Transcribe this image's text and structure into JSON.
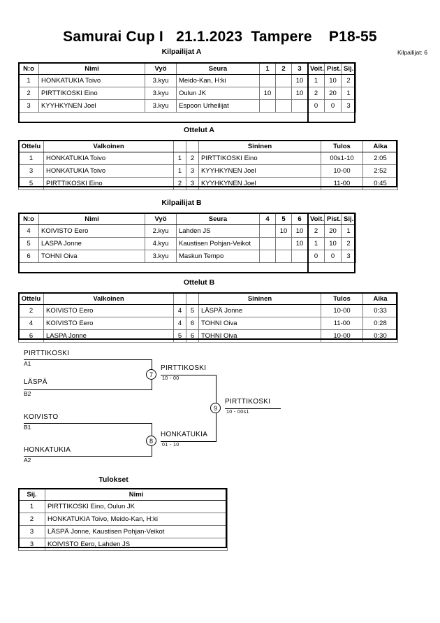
{
  "header": {
    "title": "Samurai Cup I   21.1.2023  Tampere    P18-55",
    "entrants": "Kilpailijat: 6"
  },
  "pool_a": {
    "caption": "Kilpailijat A",
    "columns": [
      "N:o",
      "Nimi",
      "Vyö",
      "Seura",
      "1",
      "2",
      "3",
      "Voit.",
      "Pist.",
      "Sij."
    ],
    "rows": [
      {
        "no": "1",
        "name": "HONKATUKIA Toivo",
        "belt": "3.kyu",
        "club": "Meido-Kan, H:ki",
        "m1": "",
        "m2": "",
        "m3": "10",
        "wins": "1",
        "points": "10",
        "rank": "2"
      },
      {
        "no": "2",
        "name": "PIRTTIKOSKI Eino",
        "belt": "3.kyu",
        "club": "Oulun JK",
        "m1": "10",
        "m2": "",
        "m3": "10",
        "wins": "2",
        "points": "20",
        "rank": "1"
      },
      {
        "no": "3",
        "name": "KYYHKYNEN Joel",
        "belt": "3.kyu",
        "club": "Espoon Urheilijat",
        "m1": "",
        "m2": "",
        "m3": "",
        "wins": "0",
        "points": "0",
        "rank": "3"
      }
    ]
  },
  "matches_a": {
    "caption": "Ottelut A",
    "columns": [
      "Ottelu",
      "Valkoinen",
      "",
      "",
      "Sininen",
      "Tulos",
      "Aika"
    ],
    "rows": [
      {
        "no": "1",
        "white": "HONKATUKIA Toivo",
        "wnum": "1",
        "bnum": "2",
        "blue": "PIRTTIKOSKI Eino",
        "result": "00s1-10",
        "time": "2:05"
      },
      {
        "no": "3",
        "white": "HONKATUKIA Toivo",
        "wnum": "1",
        "bnum": "3",
        "blue": "KYYHKYNEN Joel",
        "result": "10-00",
        "time": "2:52"
      },
      {
        "no": "5",
        "white": "PIRTTIKOSKI Eino",
        "wnum": "2",
        "bnum": "3",
        "blue": "KYYHKYNEN Joel",
        "result": "11-00",
        "time": "0:45"
      }
    ]
  },
  "pool_b": {
    "caption": "Kilpailijat B",
    "columns": [
      "N:o",
      "Nimi",
      "Vyö",
      "Seura",
      "4",
      "5",
      "6",
      "Voit.",
      "Pist.",
      "Sij."
    ],
    "rows": [
      {
        "no": "4",
        "name": "KOIVISTO Eero",
        "belt": "2.kyu",
        "club": "Lahden JS",
        "m1": "",
        "m2": "10",
        "m3": "10",
        "wins": "2",
        "points": "20",
        "rank": "1"
      },
      {
        "no": "5",
        "name": "LASPA Jonne",
        "belt": "4.kyu",
        "club": "Kaustisen Pohjan-Veikot",
        "m1": "",
        "m2": "",
        "m3": "10",
        "wins": "1",
        "points": "10",
        "rank": "2"
      },
      {
        "no": "6",
        "name": "TOHNI Oiva",
        "belt": "3.kyu",
        "club": "Maskun Tempo",
        "m1": "",
        "m2": "",
        "m3": "",
        "wins": "0",
        "points": "0",
        "rank": "3"
      }
    ]
  },
  "matches_b": {
    "caption": "Ottelut B",
    "columns": [
      "Ottelu",
      "Valkoinen",
      "",
      "",
      "Sininen",
      "Tulos",
      "Aika"
    ],
    "rows": [
      {
        "no": "2",
        "white": "KOIVISTO Eero",
        "wnum": "4",
        "bnum": "5",
        "blue": "LÄSPÄ Jonne",
        "result": "10-00",
        "time": "0:33"
      },
      {
        "no": "4",
        "white": "KOIVISTO Eero",
        "wnum": "4",
        "bnum": "6",
        "blue": "TOHNI Oiva",
        "result": "11-00",
        "time": "0:28"
      },
      {
        "no": "6",
        "white": "LASPA Jonne",
        "wnum": "5",
        "bnum": "6",
        "blue": "TOHNI Oiva",
        "result": "10-00",
        "time": "0:30"
      }
    ]
  },
  "bracket": {
    "entries": [
      {
        "name": "PIRTTIKOSKI",
        "seed": "A1"
      },
      {
        "name": "LÄSPÄ",
        "seed": "B2"
      },
      {
        "name": "KOIVISTO",
        "seed": "B1"
      },
      {
        "name": "HONKATUKIA",
        "seed": "A2"
      }
    ],
    "nodes": [
      {
        "no": "7",
        "winner": "PIRTTIKOSKI",
        "score": "10 - 00"
      },
      {
        "no": "8",
        "winner": "HONKATUKIA",
        "score": "01 - 10"
      },
      {
        "no": "9",
        "winner": "PIRTTIKOSKI",
        "score": "10 - 00s1"
      }
    ]
  },
  "results": {
    "caption": "Tulokset",
    "columns": [
      "Sij.",
      "Nimi"
    ],
    "rows": [
      {
        "rank": "1",
        "name": "PIRTTIKOSKI Eino, Oulun JK"
      },
      {
        "rank": "2",
        "name": "HONKATUKIA Toivo, Meido-Kan, H:ki"
      },
      {
        "rank": "3",
        "name": "LÄSPÄ Jonne, Kaustisen Pohjan-Veikot"
      },
      {
        "rank": "3",
        "name": "KOIVISTO Eero, Lahden JS"
      }
    ]
  }
}
